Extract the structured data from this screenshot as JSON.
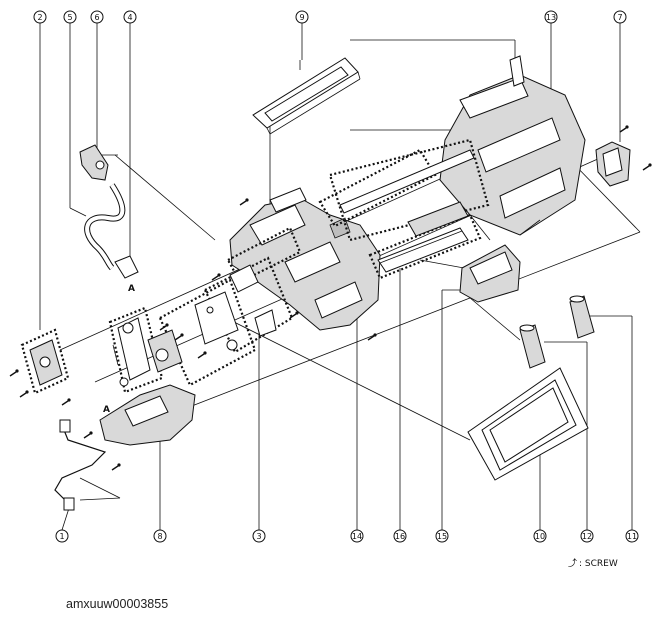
{
  "figure": {
    "image_code": "amxuuw00003855",
    "legend": {
      "icon": "screw-icon",
      "text": ": SCREW"
    },
    "callouts": [
      {
        "id": "c1",
        "label": "1"
      },
      {
        "id": "c2",
        "label": "2"
      },
      {
        "id": "c3",
        "label": "3"
      },
      {
        "id": "c4",
        "label": "4"
      },
      {
        "id": "c5",
        "label": "5"
      },
      {
        "id": "c6",
        "label": "6"
      },
      {
        "id": "c7",
        "label": "7"
      },
      {
        "id": "c8",
        "label": "8"
      },
      {
        "id": "c9",
        "label": "9"
      },
      {
        "id": "c10",
        "label": "10"
      },
      {
        "id": "c11",
        "label": "11"
      },
      {
        "id": "c12",
        "label": "12"
      },
      {
        "id": "c13",
        "label": "13"
      },
      {
        "id": "c14",
        "label": "14"
      },
      {
        "id": "c15",
        "label": "15"
      },
      {
        "id": "c16",
        "label": "16"
      }
    ],
    "connector_marks": [
      "A",
      "A"
    ]
  }
}
